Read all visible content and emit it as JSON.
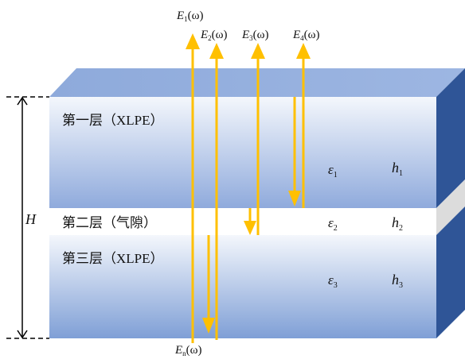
{
  "colors": {
    "top_face": "#8eaadb",
    "right_face": "#2f5597",
    "layer_edge": "#4472c4",
    "layer_fade": "#f2f5fb",
    "air_gap": "#ffffff",
    "air_gap_side": "#dcdcdc",
    "arrow": "#ffc000",
    "bracket": "#000000"
  },
  "layers": [
    {
      "name": "第一层（XLPE）",
      "permittivity": {
        "base": "ε",
        "sub": "1"
      },
      "thickness": {
        "base": "h",
        "sub": "1"
      }
    },
    {
      "name": "第二层（气隙）",
      "permittivity": {
        "base": "ε",
        "sub": "2"
      },
      "thickness": {
        "base": "h",
        "sub": "2"
      }
    },
    {
      "name": "第三层（XLPE）",
      "permittivity": {
        "base": "ε",
        "sub": "3"
      },
      "thickness": {
        "base": "h",
        "sub": "3"
      }
    }
  ],
  "total_height_label": "H",
  "fields": {
    "e1": {
      "base": "E",
      "sub": "1",
      "arg": "(ω)"
    },
    "e2": {
      "base": "E",
      "sub": "2",
      "arg": "(ω)"
    },
    "e3": {
      "base": "E",
      "sub": "3",
      "arg": "(ω)"
    },
    "e4": {
      "base": "E",
      "sub": "4",
      "arg": "(ω)"
    },
    "en": {
      "base": "E",
      "sub": "n",
      "arg": "(ω)"
    }
  }
}
